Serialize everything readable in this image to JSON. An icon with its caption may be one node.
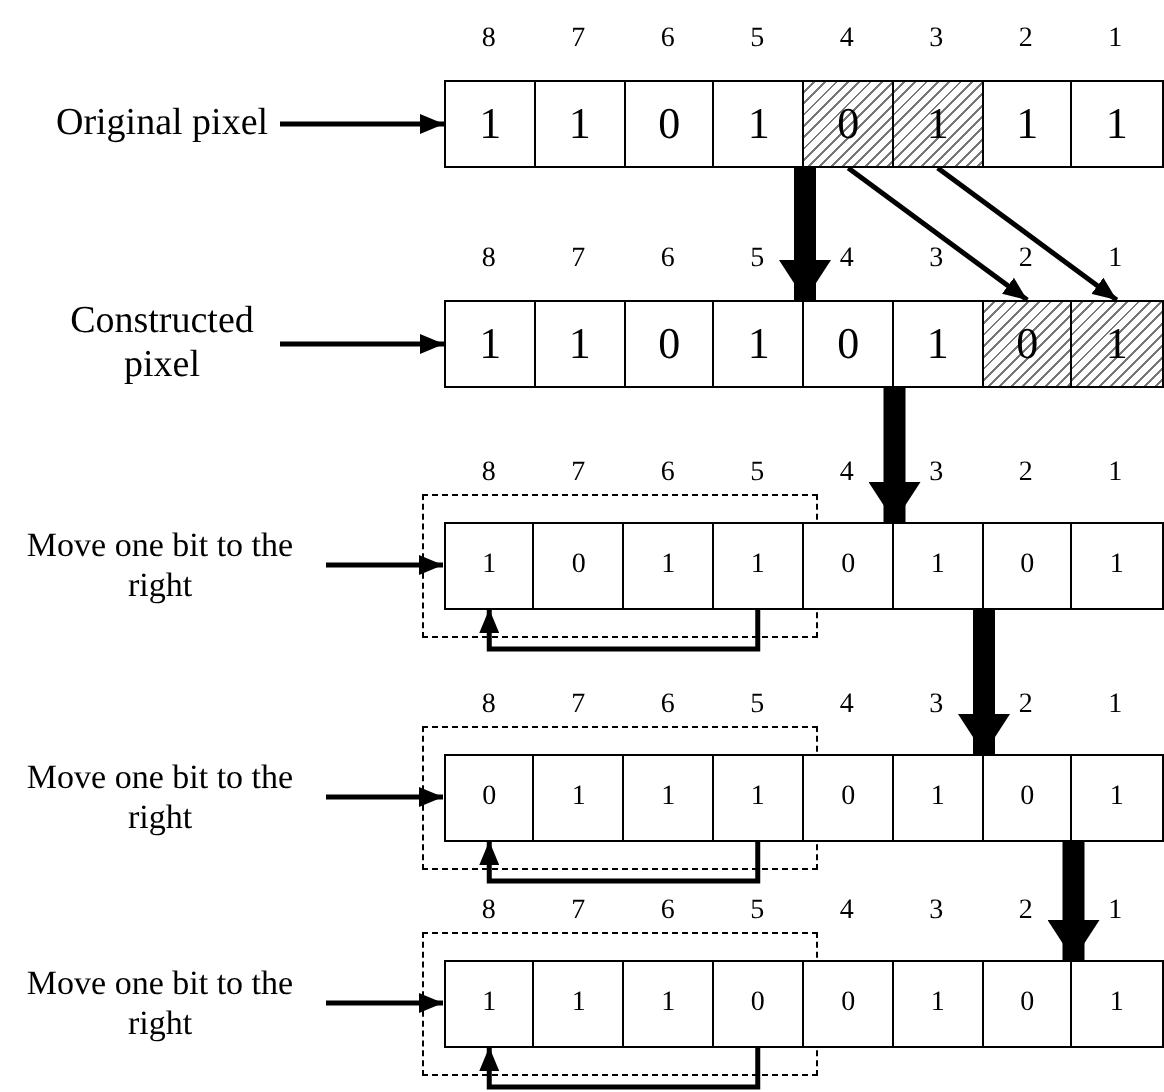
{
  "diagram": {
    "nodes": [
      {
        "text": [
          "Original pixel"
        ]
      },
      {
        "text": [
          "1"
        ]
      },
      {
        "text": [
          "1"
        ]
      },
      {
        "text": [
          "0"
        ]
      },
      {
        "text": [
          "1"
        ]
      },
      {
        "text": [
          "0"
        ]
      },
      {
        "text": [
          "1"
        ]
      },
      {
        "text": [
          "1"
        ]
      },
      {
        "text": [
          "1"
        ]
      },
      {
        "text": [
          "Constructed pixel"
        ]
      },
      {
        "text": [
          "1"
        ]
      },
      {
        "text": [
          "1"
        ]
      },
      {
        "text": [
          "0"
        ]
      },
      {
        "text": [
          "1"
        ]
      },
      {
        "text": [
          "0"
        ]
      },
      {
        "text": [
          "1"
        ]
      },
      {
        "text": [
          "0"
        ]
      },
      {
        "text": [
          "1"
        ]
      },
      {
        "text": [
          "Move one bit to the right"
        ]
      },
      {
        "text": [],
        "shape": "box"
      },
      {
        "text": [
          "1"
        ],
        "in": 19
      },
      {
        "text": [
          "0"
        ],
        "in": 19
      },
      {
        "text": [
          "1"
        ],
        "in": 19
      },
      {
        "text": [
          "1"
        ],
        "in": 19
      },
      {
        "text": [
          "0"
        ]
      },
      {
        "text": [
          "1"
        ]
      },
      {
        "text": [
          "0"
        ]
      },
      {
        "text": [
          "1"
        ]
      },
      {
        "text": [
          "Move one bit to the right"
        ]
      },
      {
        "text": [],
        "shape": "box"
      },
      {
        "text": [
          "0"
        ],
        "in": 29
      },
      {
        "text": [
          "1"
        ],
        "in": 29
      },
      {
        "text": [
          "1"
        ],
        "in": 29
      },
      {
        "text": [
          "1"
        ],
        "in": 29
      },
      {
        "text": [
          "0"
        ]
      },
      {
        "text": [
          "1"
        ]
      },
      {
        "text": [
          "0"
        ]
      },
      {
        "text": [
          "1"
        ]
      },
      {
        "text": [
          "Move one bit to the right"
        ]
      },
      {
        "text": [],
        "shape": "box"
      },
      {
        "text": [
          "1"
        ],
        "in": 39
      },
      {
        "text": [
          "1"
        ],
        "in": 39
      },
      {
        "text": [
          "1"
        ],
        "in": 39
      },
      {
        "text": [
          "0"
        ],
        "in": 39
      },
      {
        "text": [
          "0"
        ]
      },
      {
        "text": [
          "1"
        ]
      },
      {
        "text": [
          "0"
        ]
      },
      {
        "text": [
          "1"
        ]
      }
    ],
    "edges": [
      {
        "from": 0,
        "to": 1,
        "arrow": "to"
      },
      {
        "from": 9,
        "to": 10,
        "arrow": "to"
      },
      {
        "from": 18,
        "to": 20,
        "arrow": "to"
      },
      {
        "from": 28,
        "to": 30,
        "arrow": "to"
      },
      {
        "from": 38,
        "to": 40,
        "arrow": "to"
      },
      {
        "from": 5,
        "to": 16,
        "arrow": "to"
      },
      {
        "from": 6,
        "to": 17,
        "arrow": "to"
      },
      {
        "from": 4,
        "to": 13,
        "arrow": "to",
        "style": "thick"
      },
      {
        "from": 14,
        "to": 24,
        "arrow": "to",
        "style": "thick"
      },
      {
        "from": 23,
        "to": 20,
        "arrow": "to"
      },
      {
        "from": 25,
        "to": 35,
        "arrow": "to",
        "style": "thick"
      },
      {
        "from": 33,
        "to": 30,
        "arrow": "to"
      },
      {
        "from": 36,
        "to": 46,
        "arrow": "to",
        "style": "thick"
      },
      {
        "from": 43,
        "to": 40,
        "arrow": "to"
      }
    ],
    "labels": [
      "8",
      "7",
      "6",
      "5",
      "4",
      "3",
      "2",
      "1",
      "8",
      "7",
      "6",
      "5",
      "4",
      "3",
      "2",
      "1",
      "8",
      "7",
      "6",
      "5",
      "4",
      "3",
      "2",
      "1",
      "8",
      "7",
      "6",
      "5",
      "4",
      "3",
      "2",
      "1",
      "8",
      "7",
      "6",
      "5",
      "4",
      "3",
      "2",
      "1"
    ]
  }
}
